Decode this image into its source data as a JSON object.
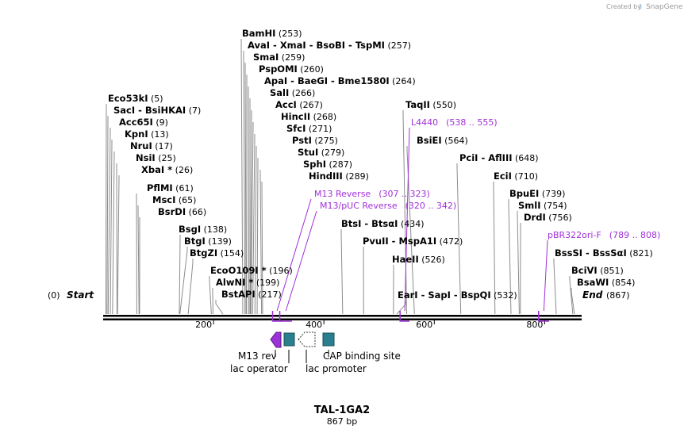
{
  "header": {
    "credit": "Created by",
    "brand": "SnapGene"
  },
  "sequence": {
    "name": "TAL-1GA2",
    "length_label": "867 bp",
    "length": 867
  },
  "endpoints": {
    "start": {
      "pos": "(0)",
      "label": "Start"
    },
    "end": {
      "label": "End",
      "pos": "(867)"
    }
  },
  "ruler": {
    "ticks": [
      "200",
      "400",
      "600",
      "800"
    ]
  },
  "sites": [
    {
      "names": [
        "BamHI"
      ],
      "pos": "(253)"
    },
    {
      "names": [
        "AvaI",
        "XmaI",
        "BsoBI",
        "TspMI"
      ],
      "pos": "(257)"
    },
    {
      "names": [
        "SmaI"
      ],
      "pos": "(259)"
    },
    {
      "names": [
        "PspOMI"
      ],
      "pos": "(260)"
    },
    {
      "names": [
        "ApaI",
        "BaeGI",
        "Bme1580I"
      ],
      "pos": "(264)"
    },
    {
      "names": [
        "SalI"
      ],
      "pos": "(266)"
    },
    {
      "names": [
        "AccI"
      ],
      "pos": "(267)"
    },
    {
      "names": [
        "HincII"
      ],
      "pos": "(268)"
    },
    {
      "names": [
        "SfcI"
      ],
      "pos": "(271)"
    },
    {
      "names": [
        "PstI"
      ],
      "pos": "(275)"
    },
    {
      "names": [
        "StuI"
      ],
      "pos": "(279)"
    },
    {
      "names": [
        "SphI"
      ],
      "pos": "(287)"
    },
    {
      "names": [
        "HindIII"
      ],
      "pos": "(289)"
    },
    {
      "names": [
        "Eco53kI"
      ],
      "pos": "(5)"
    },
    {
      "names": [
        "SacI",
        "BsiHKAI"
      ],
      "pos": "(7)"
    },
    {
      "names": [
        "Acc65I"
      ],
      "pos": "(9)"
    },
    {
      "names": [
        "KpnI"
      ],
      "pos": "(13)"
    },
    {
      "names": [
        "NruI"
      ],
      "pos": "(17)"
    },
    {
      "names": [
        "NsiI"
      ],
      "pos": "(25)"
    },
    {
      "names": [
        "XbaI *"
      ],
      "pos": "(26)"
    },
    {
      "names": [
        "PflMI"
      ],
      "pos": "(61)"
    },
    {
      "names": [
        "MscI"
      ],
      "pos": "(65)"
    },
    {
      "names": [
        "BsrDI"
      ],
      "pos": "(66)"
    },
    {
      "names": [
        "BsgI"
      ],
      "pos": "(138)"
    },
    {
      "names": [
        "BtgI"
      ],
      "pos": "(139)"
    },
    {
      "names": [
        "BtgZI"
      ],
      "pos": "(154)"
    },
    {
      "names": [
        "EcoO109I *"
      ],
      "pos": "(196)"
    },
    {
      "names": [
        "AlwNI *"
      ],
      "pos": "(199)"
    },
    {
      "names": [
        "BstAPI"
      ],
      "pos": "(217)"
    },
    {
      "names": [
        "TaqII"
      ],
      "pos": "(550)"
    },
    {
      "names": [
        "BsiEI"
      ],
      "pos": "(564)"
    },
    {
      "names": [
        "BtsI",
        "BtsαI"
      ],
      "pos": "(434)"
    },
    {
      "names": [
        "PvuII",
        "MspA1I"
      ],
      "pos": "(472)"
    },
    {
      "names": [
        "HaeII"
      ],
      "pos": "(526)"
    },
    {
      "names": [
        "EarI",
        "SapI",
        "BspQI"
      ],
      "pos": "(532)"
    },
    {
      "names": [
        "PciI",
        "AflIII"
      ],
      "pos": "(648)"
    },
    {
      "names": [
        "EciI"
      ],
      "pos": "(710)"
    },
    {
      "names": [
        "BpuEI"
      ],
      "pos": "(739)"
    },
    {
      "names": [
        "SmlI"
      ],
      "pos": "(754)"
    },
    {
      "names": [
        "DrdI"
      ],
      "pos": "(756)"
    },
    {
      "names": [
        "BssSI",
        "BssSαI"
      ],
      "pos": "(821)"
    },
    {
      "names": [
        "BciVI"
      ],
      "pos": "(851)"
    },
    {
      "names": [
        "BsaWI"
      ],
      "pos": "(854)"
    }
  ],
  "primers": [
    {
      "name": "L4440",
      "range": "(538 .. 555)"
    },
    {
      "name": "M13 Reverse",
      "range": "(307 .. 323)"
    },
    {
      "name": "M13/pUC Reverse",
      "range": "(320 .. 342)"
    },
    {
      "name": "pBR322ori-F",
      "range": "(789 .. 808)"
    }
  ],
  "features": [
    {
      "name": "M13 rev",
      "color": "#9a34d8"
    },
    {
      "name": "lac operator",
      "color": "#2a7f8f"
    },
    {
      "name": "lac promoter",
      "color": "#ffffff"
    },
    {
      "name": "CAP binding site",
      "color": "#2a7f8f"
    }
  ],
  "colors": {
    "primer": "#a030d8",
    "backbone": "#000000",
    "leader": "#8c8c8c",
    "feature_teal": "#2a7f8f",
    "feature_purple": "#9a34d8"
  }
}
